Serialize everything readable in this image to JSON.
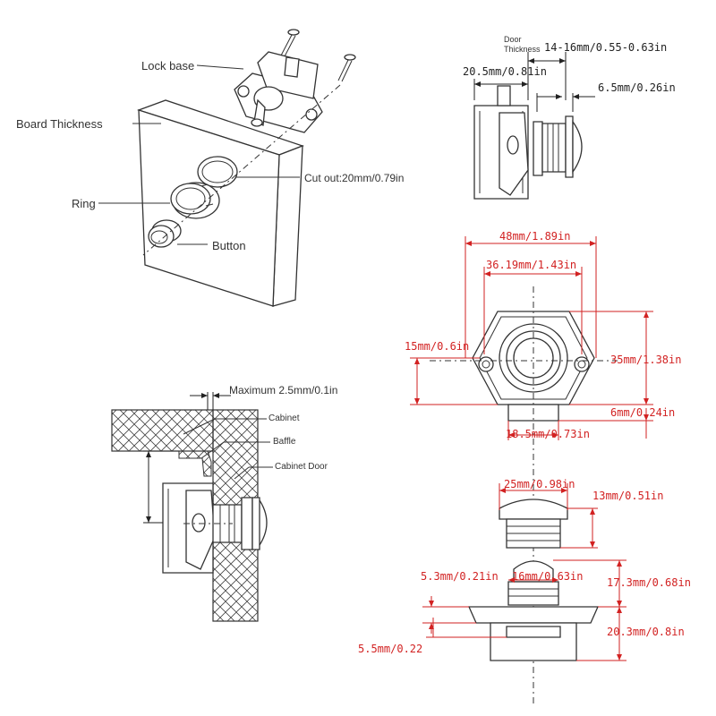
{
  "colors": {
    "dimension": "#d22222",
    "line": "#333333",
    "background": "#ffffff"
  },
  "exploded_view": {
    "lock_base": "Lock base",
    "board_thickness": "Board Thickness",
    "cut_out": "Cut out:20mm/0.79in",
    "ring": "Ring",
    "button": "Button"
  },
  "side_view": {
    "door_thickness_line1": "Door",
    "door_thickness_line2": "Thickness",
    "door_thickness_value": "14-16mm/0.55-0.63in",
    "width": "20.5mm/0.81in",
    "button_offset": "6.5mm/0.26in"
  },
  "front_view": {
    "overall_width": "48mm/1.89in",
    "hole_spacing": "36.19mm/1.43in",
    "hole_height": "15mm/0.6in",
    "overall_height": "35mm/1.38in",
    "boss_height": "6mm/0.24in",
    "boss_width": "18.5mm/0.73in"
  },
  "parts_view": {
    "button_width": "25mm/0.98in",
    "button_height": "13mm/0.51in",
    "plunger_width": "16mm/0.63in",
    "plunger_height": "17.3mm/0.68in",
    "flange_height": "5.3mm/0.21in",
    "body_height": "20.3mm/0.8in",
    "body_offset": "5.5mm/0.22"
  },
  "installation_view": {
    "maximum_gap": "Maximum 2.5mm/0.1in",
    "cabinet": "Cabinet",
    "baffle": "Baffle",
    "cabinet_door": "Cabinet Door"
  }
}
